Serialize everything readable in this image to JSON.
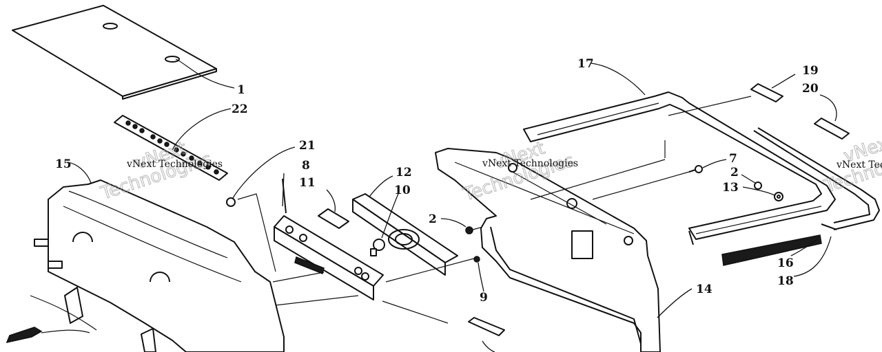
{
  "callouts": [
    {
      "id": "c1",
      "text": "1"
    },
    {
      "id": "c22",
      "text": "22"
    },
    {
      "id": "c15",
      "text": "15"
    },
    {
      "id": "c21",
      "text": "21"
    },
    {
      "id": "c8",
      "text": "8"
    },
    {
      "id": "c11",
      "text": "11"
    },
    {
      "id": "c12",
      "text": "12"
    },
    {
      "id": "c10",
      "text": "10"
    },
    {
      "id": "c2a",
      "text": "2"
    },
    {
      "id": "c9",
      "text": "9"
    },
    {
      "id": "c17",
      "text": "17"
    },
    {
      "id": "c19",
      "text": "19"
    },
    {
      "id": "c20",
      "text": "20"
    },
    {
      "id": "c7",
      "text": "7"
    },
    {
      "id": "c2b",
      "text": "2"
    },
    {
      "id": "c13",
      "text": "13"
    },
    {
      "id": "c14",
      "text": "14"
    },
    {
      "id": "c16",
      "text": "16"
    },
    {
      "id": "c18",
      "text": "18"
    }
  ],
  "watermark": {
    "small": "vNext Technologies",
    "big_top": "vNext",
    "big_bottom": "Technologies"
  }
}
